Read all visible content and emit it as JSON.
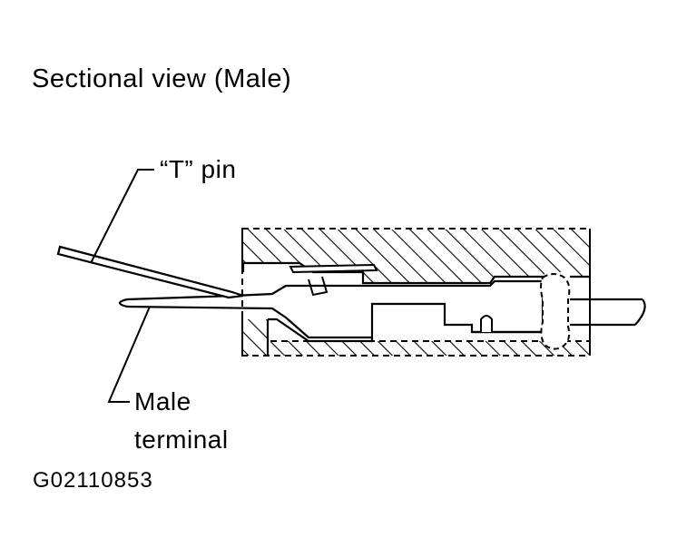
{
  "title": "Sectional view (Male)",
  "labels": {
    "t_pin": "“T” pin",
    "male_terminal_line1": "Male",
    "male_terminal_line2": "terminal"
  },
  "figure_code": "G02110853",
  "colors": {
    "ink": "#000000",
    "background": "#ffffff"
  }
}
